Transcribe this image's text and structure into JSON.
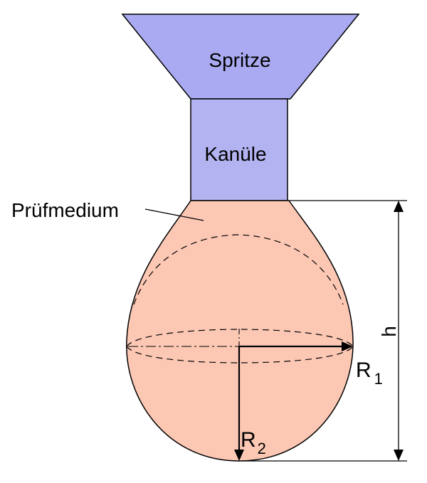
{
  "labels": {
    "syringe": "Spritze",
    "cannula": "Kanüle",
    "test_medium": "Prüfmedium",
    "height": "h",
    "radius1_base": "R",
    "radius1_sub": "1",
    "radius2_base": "R",
    "radius2_sub": "2"
  },
  "colors": {
    "syringe_fill": "#aaaaf2",
    "cannula_fill": "#b3b3f2",
    "drop_fill": "#fcc8b4",
    "outline": "#000000"
  }
}
